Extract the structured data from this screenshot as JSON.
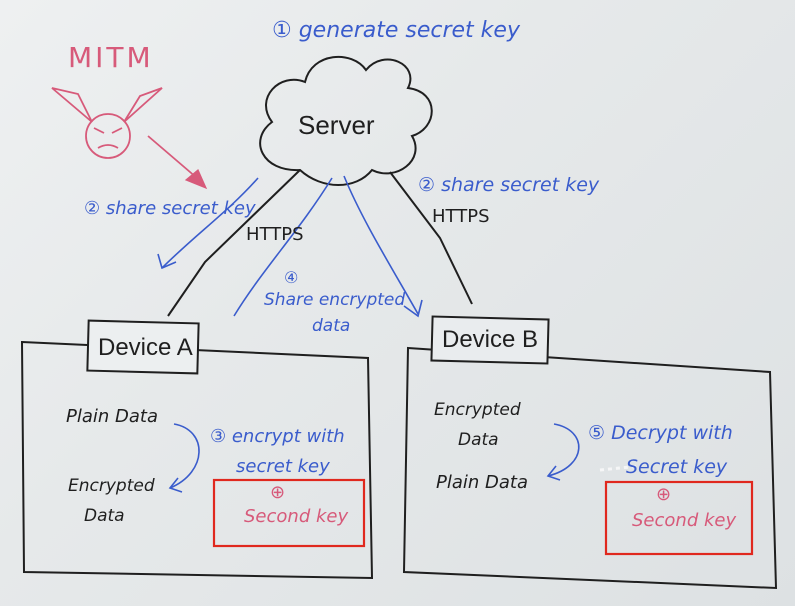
{
  "steps": {
    "s1": "① generate secret key",
    "s2_left": "② share secret key",
    "s2_right": "② share secret key",
    "s3_line1": "③ encrypt with",
    "s3_line2": "secret key",
    "s4_num": "④",
    "s4_line1": "Share encrypted",
    "s4_line2": "data",
    "s5_line1": "⑤ Decrypt with",
    "s5_line2": "Secret key"
  },
  "server_label": "Server",
  "https_left": "HTTPS",
  "https_right": "HTTPS",
  "mitm_label": "MITM",
  "device_a": {
    "title": "Device A",
    "plain": "Plain Data",
    "enc_line1": "Encrypted",
    "enc_line2": "Data",
    "plus": "⊕",
    "second_key": "Second key"
  },
  "device_b": {
    "title": "Device B",
    "enc_line1": "Encrypted",
    "enc_line2": "Data",
    "plain": "Plain Data",
    "plus": "⊕",
    "second_key": "Second key"
  },
  "colors": {
    "ink_blue": "#3a5ccc",
    "ink_black": "#1f1f1f",
    "ink_pink": "#d75a7a",
    "highlight_red": "#e0281e"
  }
}
